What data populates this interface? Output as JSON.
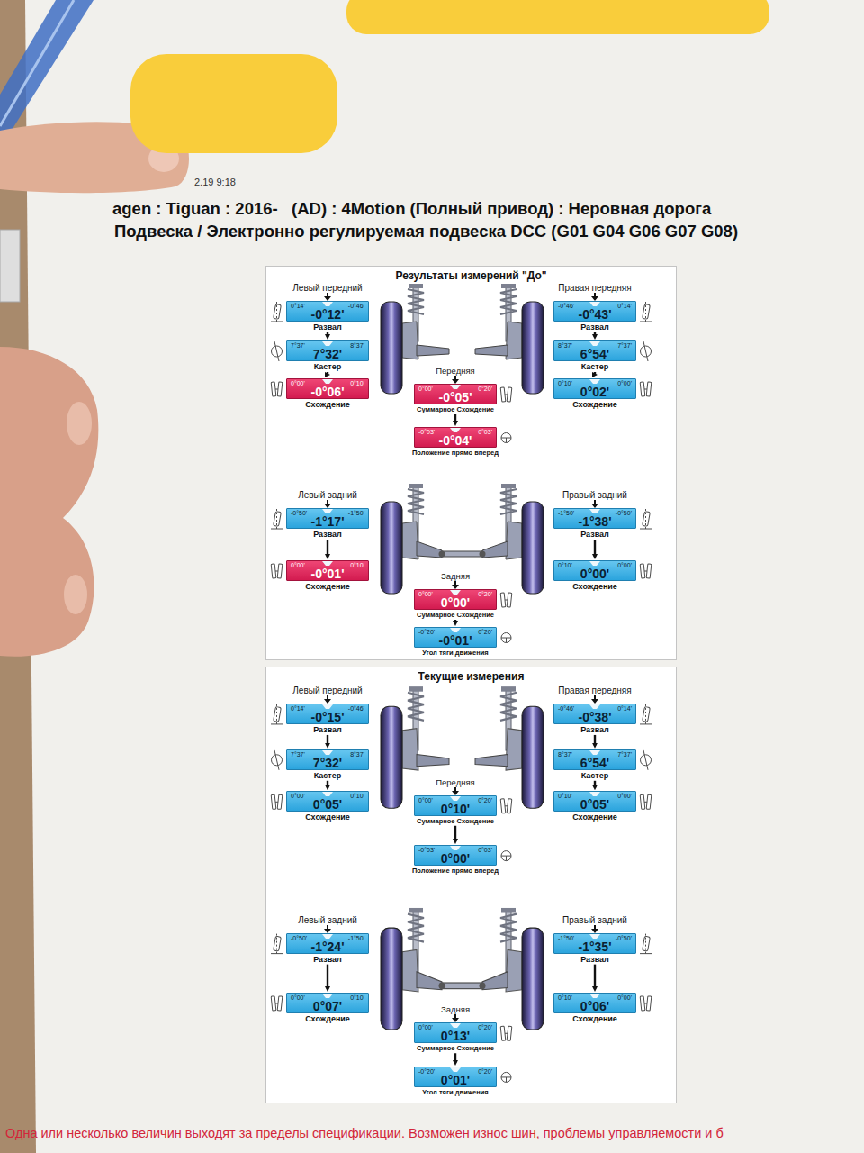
{
  "diagram": {
    "nodes": [
      {
        "text": [
          "Результаты измерений \"До\""
        ]
      },
      {
        "text": [
          "Левый передний",
          "0°14'",
          "-0°46'",
          "-0°12'",
          "Развал"
        ],
        "in": 0
      },
      {
        "text": [
          "7°37'",
          "8°37'",
          "7°32'",
          "Кастер"
        ],
        "in": 0
      },
      {
        "text": [
          "0°00'",
          "0°10'",
          "-0°06'",
          "Схождение"
        ],
        "in": 0
      },
      {
        "text": [
          "Правая передняя",
          "-0°46'",
          "0°14'",
          "-0°43'",
          "Развал"
        ],
        "in": 0
      },
      {
        "text": [
          "8°37'",
          "7°37'",
          "6°54'",
          "Кастер"
        ],
        "in": 0
      },
      {
        "text": [
          "0°10'",
          "0°00'",
          "0°02'",
          "Схождение"
        ],
        "in": 0
      },
      {
        "text": [
          "Передняя",
          "0°00'",
          "0°20'",
          "-0°05'",
          "Суммарное Схождение"
        ],
        "in": 0
      },
      {
        "text": [
          "-0°03'",
          "0°03'",
          "-0°04'",
          "Положение прямо вперед"
        ],
        "in": 0
      },
      {
        "text": [
          "Левый задний",
          "-0°50'",
          "-1°50'",
          "-1°17'",
          "Развал"
        ],
        "in": 0
      },
      {
        "text": [
          "0°00'",
          "0°10'",
          "-0°01'",
          "Схождение"
        ],
        "in": 0
      },
      {
        "text": [
          "Правый задний",
          "-1°50'",
          "-0°50'",
          "-1°38'",
          "Развал"
        ],
        "in": 0
      },
      {
        "text": [
          "0°10'",
          "0°00'",
          "0°00'",
          "Схождение"
        ],
        "in": 0
      },
      {
        "text": [
          "Задняя",
          "0°00'",
          "0°20'",
          "0°00'",
          "Суммарное Схождение"
        ],
        "in": 0
      },
      {
        "text": [
          "-0°20'",
          "0°20'",
          "-0°01'",
          "Угол тяги движения"
        ],
        "in": 0
      },
      {
        "text": [
          "Текущие измерения"
        ]
      },
      {
        "text": [
          "Левый передний",
          "0°14'",
          "-0°46'",
          "-0°15'",
          "Развал"
        ],
        "in": 15
      },
      {
        "text": [
          "7°37'",
          "8°37'",
          "7°32'",
          "Кастер"
        ],
        "in": 15
      },
      {
        "text": [
          "0°00'",
          "0°10'",
          "0°05'",
          "Схождение"
        ],
        "in": 15
      },
      {
        "text": [
          "Правая передняя",
          "-0°46'",
          "0°14'",
          "-0°38'",
          "Развал"
        ],
        "in": 15
      },
      {
        "text": [
          "8°37'",
          "7°37'",
          "6°54'",
          "Кастер"
        ],
        "in": 15
      },
      {
        "text": [
          "0°10'",
          "0°00'",
          "0°05'",
          "Схождение"
        ],
        "in": 15
      },
      {
        "text": [
          "Передняя",
          "0°00'",
          "0°20'",
          "0°10'",
          "Суммарное Схождение"
        ],
        "in": 15
      },
      {
        "text": [
          "-0°03'",
          "0°03'",
          "0°00'",
          "Положение прямо вперед"
        ],
        "in": 15
      },
      {
        "text": [
          "Левый задний",
          "-0°50'",
          "-1°50'",
          "-1°24'",
          "Развал"
        ],
        "in": 15
      },
      {
        "text": [
          "0°00'",
          "0°10'",
          "0°07'",
          "Схождение"
        ],
        "in": 15
      },
      {
        "text": [
          "Правый задний",
          "-1°50'",
          "-0°50'",
          "-1°35'",
          "Развал"
        ],
        "in": 15
      },
      {
        "text": [
          "0°10'",
          "0°00'",
          "0°06'",
          "Схождение"
        ],
        "in": 15
      },
      {
        "text": [
          "Задняя",
          "0°00'",
          "0°20'",
          "0°13'",
          "Суммарное Схождение"
        ],
        "in": 15
      },
      {
        "text": [
          "-0°20'",
          "0°20'",
          "0°01'",
          "Угол тяги движения"
        ],
        "in": 15
      }
    ],
    "edges": [
      {
        "from": 1,
        "to": 2,
        "arrow": "to"
      },
      {
        "from": 2,
        "to": 3,
        "arrow": "to"
      },
      {
        "from": 4,
        "to": 5,
        "arrow": "to"
      },
      {
        "from": 5,
        "to": 6,
        "arrow": "to"
      },
      {
        "from": 7,
        "to": 8,
        "arrow": "to"
      },
      {
        "from": 9,
        "to": 10,
        "arrow": "to"
      },
      {
        "from": 11,
        "to": 12,
        "arrow": "to"
      },
      {
        "from": 13,
        "to": 14,
        "arrow": "to"
      },
      {
        "from": 16,
        "to": 17,
        "arrow": "to"
      },
      {
        "from": 17,
        "to": 18,
        "arrow": "to"
      },
      {
        "from": 19,
        "to": 20,
        "arrow": "to"
      },
      {
        "from": 20,
        "to": 21,
        "arrow": "to"
      },
      {
        "from": 22,
        "to": 23,
        "arrow": "to"
      },
      {
        "from": 24,
        "to": 25,
        "arrow": "to"
      },
      {
        "from": 26,
        "to": 27,
        "arrow": "to"
      },
      {
        "from": 28,
        "to": 29,
        "arrow": "to"
      }
    ],
    "labels": [
      "2.19 9:18",
      "agen : Tiguan : 2016-   (AD) : 4Motion (Полный привод) : Неровная дорога",
      "Подвеска / Электронно регулируемая подвеска DCC (G01 G04 G06 G07 G08)",
      "Одна или несколько величин выходят за пределы спецификации. Возможен износ шин, проблемы управляемости и б"
    ]
  }
}
